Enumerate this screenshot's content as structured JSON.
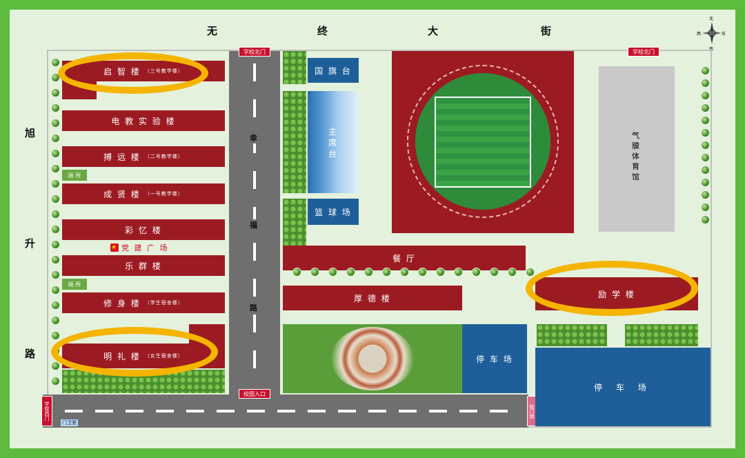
{
  "streets": {
    "north": [
      "无",
      "终",
      "大",
      "街"
    ],
    "west": [
      "旭",
      "升",
      "路"
    ]
  },
  "road_name": [
    "幸",
    "福",
    "路"
  ],
  "compass": {
    "n": "北",
    "s": "南",
    "e": "东",
    "w": "西"
  },
  "gates": {
    "north_left": "学校北门",
    "north_right": "学校北门",
    "campus_entrance": "校园入口",
    "west": "学校西门",
    "security": "门卫室",
    "side": "校门南"
  },
  "buildings": {
    "qizhi": {
      "name": "启 智 楼",
      "sub": "（三号教学楼）"
    },
    "dianjiao": {
      "name": "电 教 实 验 楼"
    },
    "boyuan": {
      "name": "搏 远 楼",
      "sub": "（二号教学楼）"
    },
    "chengxian": {
      "name": "成 贤 楼",
      "sub": "（一号教学楼）"
    },
    "caiyi": {
      "name": "彩 忆 楼"
    },
    "dangjian": {
      "name": "党 建 广 场"
    },
    "lequn": {
      "name": "乐 群 楼"
    },
    "xiushen": {
      "name": "修 身 楼",
      "sub": "（学生宿舍楼）"
    },
    "mingli": {
      "name": "明 礼 楼",
      "sub": "（女生宿舍楼）"
    },
    "canting": {
      "name": "餐 厅"
    },
    "houde": {
      "name": "厚 德 楼"
    },
    "yixue": {
      "name": "励 学 楼"
    }
  },
  "toilets": [
    "厕 所",
    "厕 所"
  ],
  "facilities": {
    "flag_stand": "国 旗 台",
    "main_stand": [
      "主",
      "席",
      "台"
    ],
    "basketball": "篮 球 场",
    "gym": [
      "气",
      "膜",
      "体",
      "育",
      "馆"
    ],
    "parking_small": "停 车 场",
    "parking_large": "停 车 场"
  },
  "colors": {
    "building": "#9c1b22",
    "highlight": "#f5b400",
    "parking": "#1f5f99",
    "frame": "#5cbb3c"
  }
}
